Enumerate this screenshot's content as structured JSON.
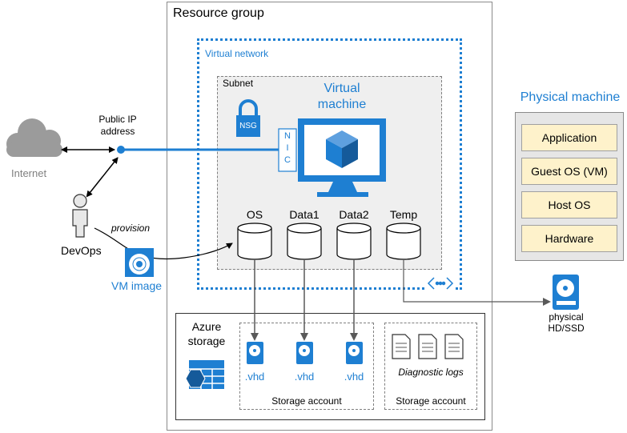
{
  "resource_group": {
    "title": "Resource group"
  },
  "virtual_network": {
    "title": "Virtual network"
  },
  "subnet": {
    "title": "Subnet",
    "nsg_label": "NSG",
    "nic_label": "NIC",
    "vm_title_line1": "Virtual",
    "vm_title_line2": "machine",
    "disks": [
      "OS",
      "Data1",
      "Data2",
      "Temp"
    ]
  },
  "public_ip": {
    "line1": "Public IP",
    "line2": "address"
  },
  "internet": {
    "label": "Internet"
  },
  "devops": {
    "label": "DevOps",
    "provision_label": "provision"
  },
  "vm_image": {
    "label": "VM image"
  },
  "azure_storage": {
    "line1": "Azure",
    "line2": "storage",
    "vhd_labels": [
      ".vhd",
      ".vhd",
      ".vhd"
    ],
    "storage_account_label": "Storage account",
    "diagnostic_logs_label": "Diagnostic logs",
    "storage_account_label_2": "Storage account"
  },
  "physical_disk": {
    "line1": "physical",
    "line2": "HD/SSD"
  },
  "physical_machine": {
    "title": "Physical machine",
    "layers": [
      "Application",
      "Guest OS (VM)",
      "Host OS",
      "Hardware"
    ]
  },
  "colors": {
    "azure_blue": "#1e7fd2",
    "layer_fill": "#fef2cb",
    "subnet_fill": "#efefef"
  }
}
